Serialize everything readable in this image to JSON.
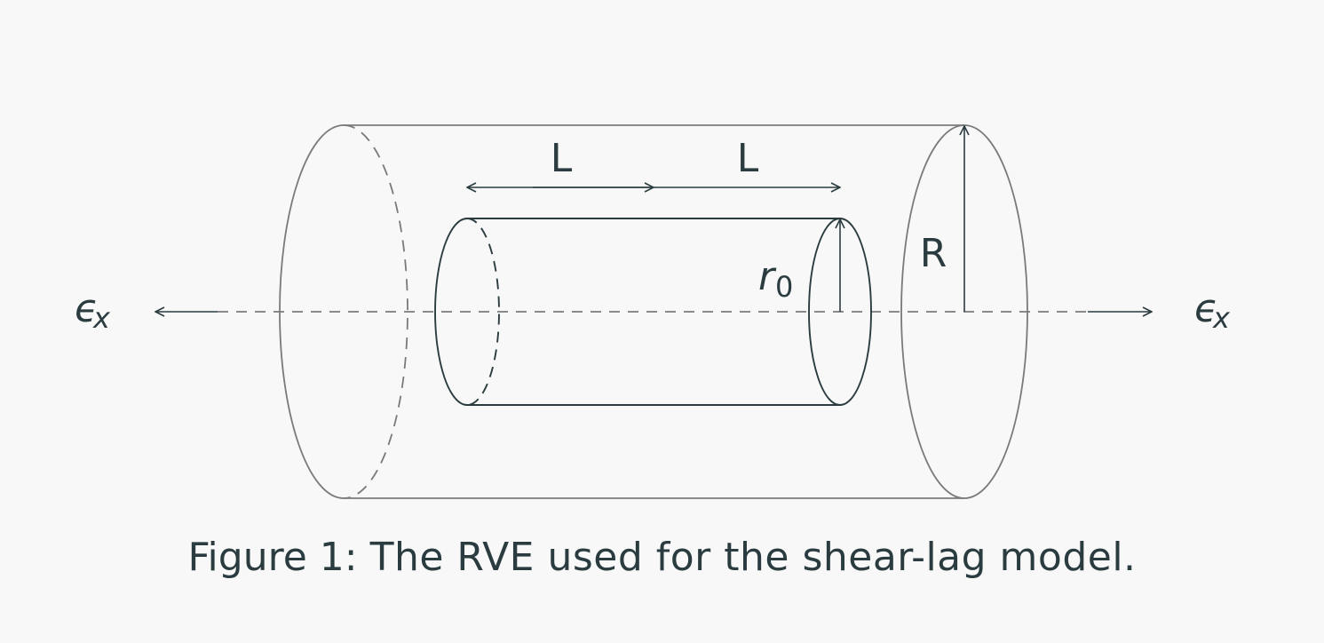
{
  "diagram": {
    "labels": {
      "length_left": "L",
      "length_right": "L",
      "outer_radius": "R",
      "inner_radius_symbol": "r",
      "inner_radius_subscript": "0",
      "strain_symbol": "ϵ",
      "strain_subscript": "x"
    }
  },
  "caption": {
    "label": "Figure 1:",
    "text": "The RVE used for the shear-lag model."
  },
  "colors": {
    "background": "#f8f8f8",
    "outer_cylinder": "#7a7a7a",
    "inner_cylinder": "#2b3c40",
    "axis": "#7a7a7a",
    "text": "#2b3c40"
  }
}
